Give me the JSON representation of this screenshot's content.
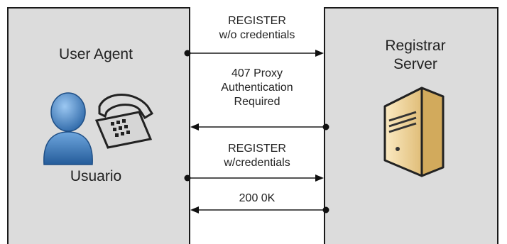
{
  "user_agent": {
    "title": "User Agent",
    "user_label": "Usuario"
  },
  "registrar": {
    "title": "Registrar\nServer"
  },
  "messages": [
    {
      "label": "REGISTER\nw/o credentials",
      "direction": "right"
    },
    {
      "label": "407 Proxy\nAuthentication\nRequired",
      "direction": "left"
    },
    {
      "label": "REGISTER\nw/credentials",
      "direction": "right"
    },
    {
      "label": "200 0K",
      "direction": "left"
    }
  ],
  "colors": {
    "panel": "#dcdcdc",
    "lane": "#ffffff",
    "line": "#1a1a1a",
    "person": "#3f7fc4",
    "server": "#f2d9a3"
  },
  "icons": [
    "user-icon",
    "telephone-icon",
    "server-icon"
  ]
}
